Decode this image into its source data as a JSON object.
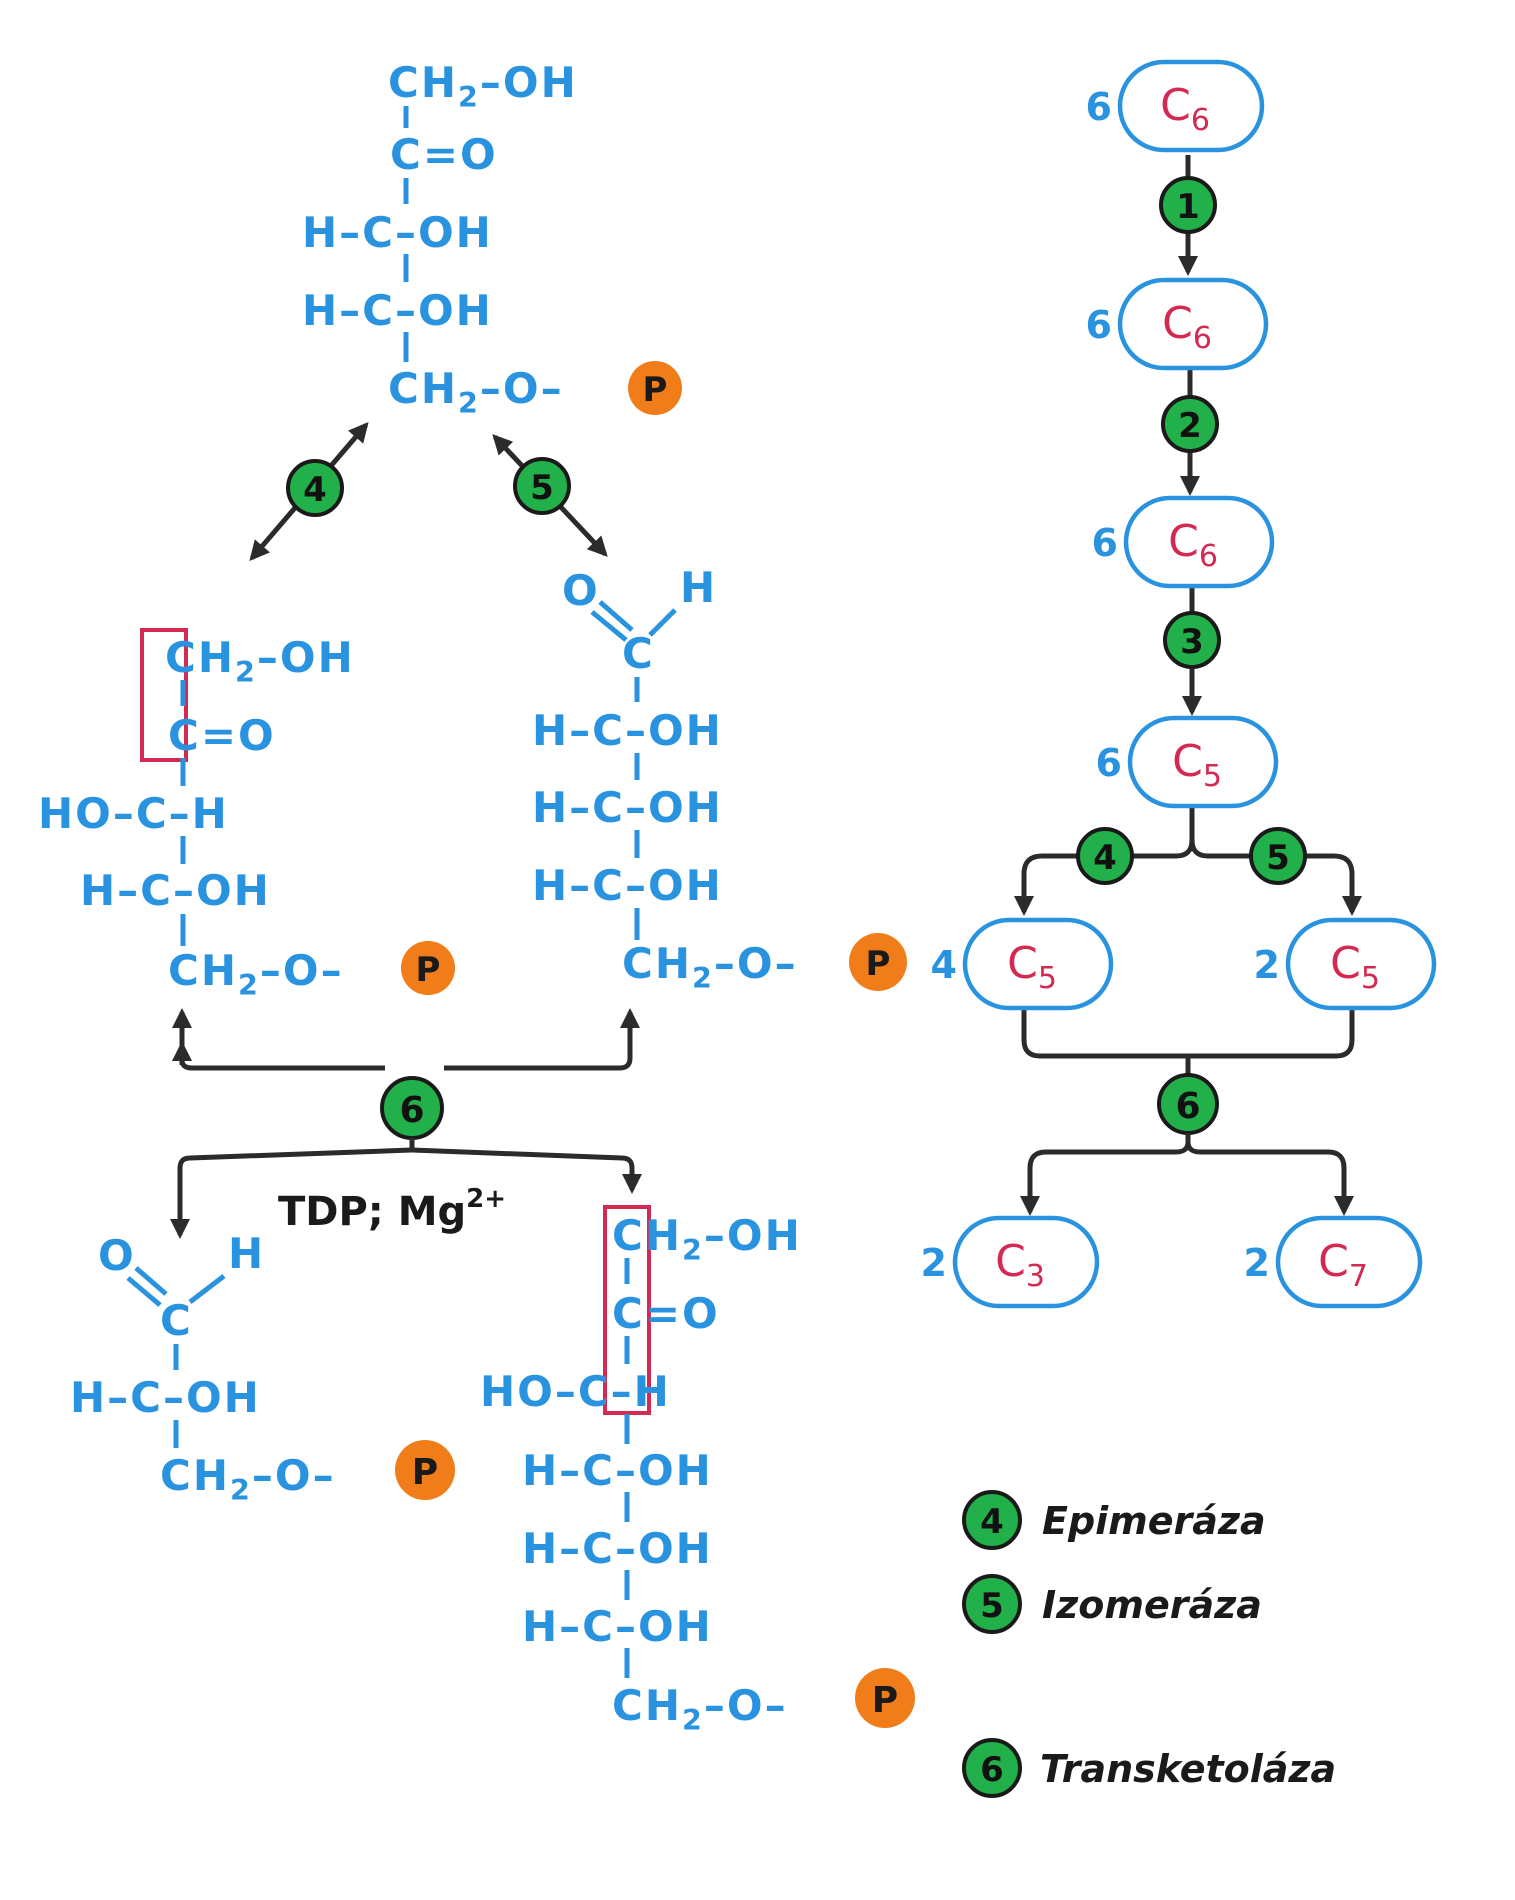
{
  "molecules": {
    "top_sugar": {
      "l1_a": "CH",
      "l1_sub": "2",
      "l1_b": "–OH",
      "l2": "C=O",
      "l3": "H–C–OH",
      "l4": "H–C–OH",
      "l5_a": "CH",
      "l5_sub": "2",
      "l5_b": "–O–"
    },
    "xylulose": {
      "l1_a": "CH",
      "l1_sub": "2",
      "l1_b": "–OH",
      "l2": "C=O",
      "l3": "HO–C–H",
      "l4": "H–C–OH",
      "l5_a": "CH",
      "l5_sub": "2",
      "l5_b": "–O–"
    },
    "ribose": {
      "ald_o": "O",
      "ald_h": "H",
      "l1": "C",
      "l2": "H–C–OH",
      "l3": "H–C–OH",
      "l4": "H–C–OH",
      "l5_a": "CH",
      "l5_sub": "2",
      "l5_b": "–O–"
    },
    "glyceraldehyde": {
      "ald_o": "O",
      "ald_h": "H",
      "l1": "C",
      "l2": "H–C–OH",
      "l3_a": "CH",
      "l3_sub": "2",
      "l3_b": "–O–"
    },
    "sedoheptulose": {
      "l1_a": "CH",
      "l1_sub": "2",
      "l1_b": "–OH",
      "l2": "C=O",
      "l3": "HO–C–H",
      "l4": "H–C–OH",
      "l5": "H–C–OH",
      "l6": "H–C–OH",
      "l7_a": "CH",
      "l7_sub": "2",
      "l7_b": "–O–"
    }
  },
  "phosphate_label": "P",
  "cofactor": {
    "text": "TDP; Mg",
    "superscript": "2+"
  },
  "enzyme_numbers": {
    "e1": "1",
    "e2": "2",
    "e3": "3",
    "e4": "4",
    "e5": "5",
    "e6": "6"
  },
  "pathway": {
    "nodes": [
      {
        "coef": "6",
        "label": "C",
        "sub": "6"
      },
      {
        "coef": "6",
        "label": "C",
        "sub": "6"
      },
      {
        "coef": "6",
        "label": "C",
        "sub": "6"
      },
      {
        "coef": "6",
        "label": "C",
        "sub": "5"
      },
      {
        "coef": "4",
        "label": "C",
        "sub": "5"
      },
      {
        "coef": "2",
        "label": "C",
        "sub": "5"
      },
      {
        "coef": "2",
        "label": "C",
        "sub": "3"
      },
      {
        "coef": "2",
        "label": "C",
        "sub": "7"
      }
    ]
  },
  "legend": [
    {
      "number": "4",
      "name": "Epimeráza"
    },
    {
      "number": "5",
      "name": "Izomeráza"
    },
    {
      "number": "6",
      "name": "Transketoláza"
    }
  ],
  "colors": {
    "structure_blue": "#2a93e0",
    "pill_red": "#d42a52",
    "enzyme_green": "#22b04a",
    "phosphate_orange": "#f07d1a",
    "arrow_dark": "#2b2b2b"
  }
}
